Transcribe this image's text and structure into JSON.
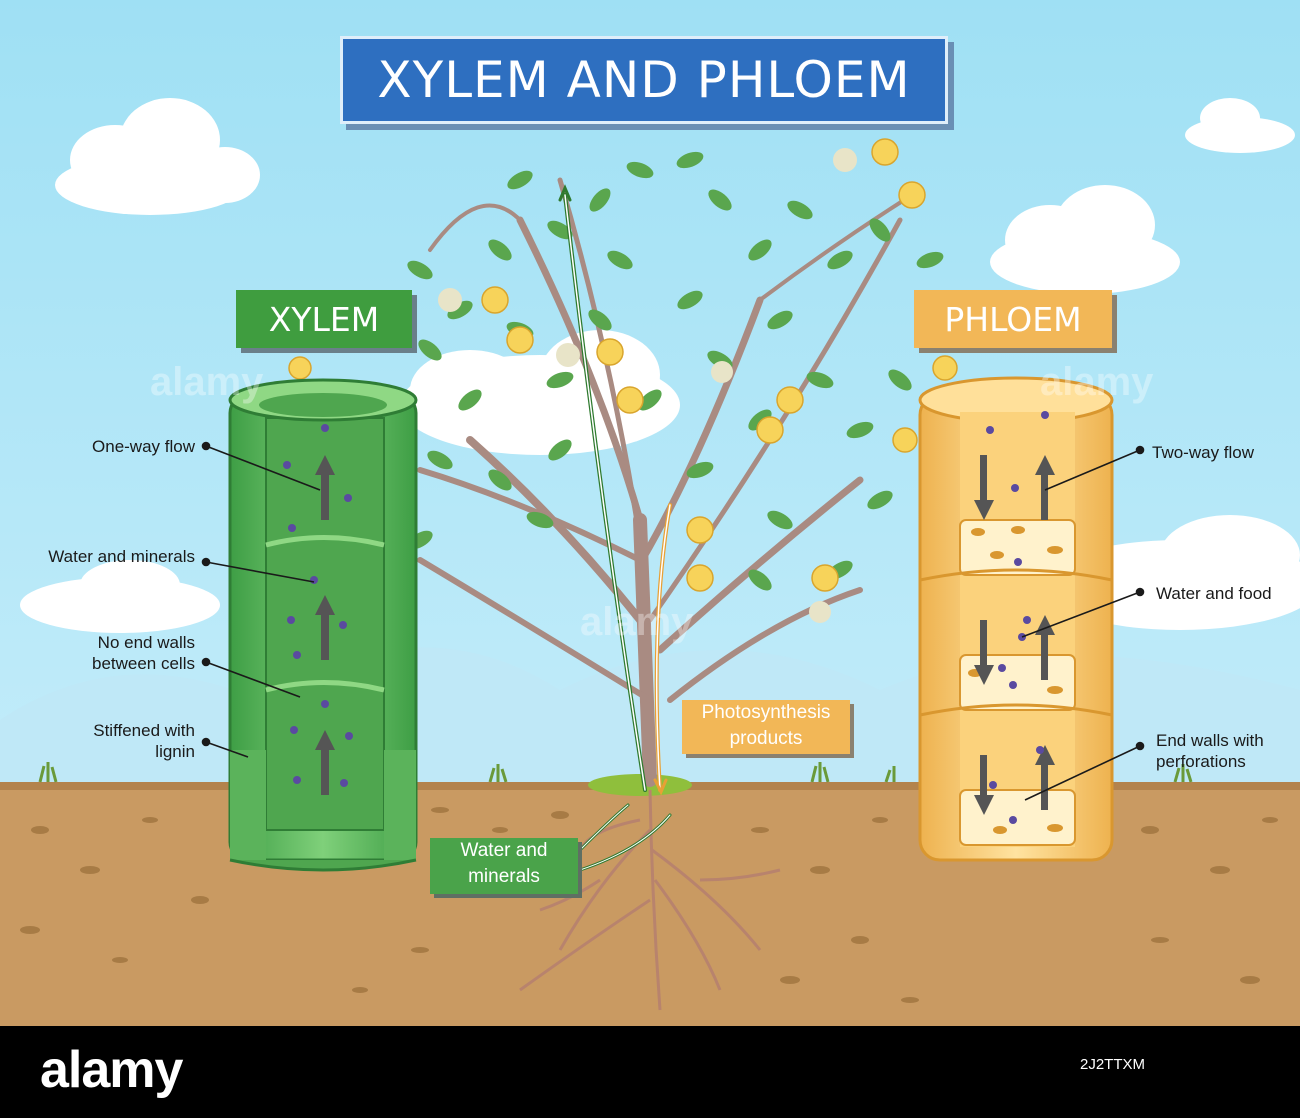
{
  "title": "XYLEM AND PHLOEM",
  "labels": {
    "xylem": "XYLEM",
    "phloem": "PHLOEM",
    "photosynthesis_line1": "Photosynthesis",
    "photosynthesis_line2": "products",
    "water_line1": "Water and",
    "water_line2": "minerals"
  },
  "xylem_annotations": {
    "one_way": "One-way flow",
    "water_minerals": "Water and minerals",
    "no_end_walls_line1": "No end walls",
    "no_end_walls_line2": "between cells",
    "stiffened_line1": "Stiffened with",
    "stiffened_line2": "lignin"
  },
  "phloem_annotations": {
    "two_way": "Two-way flow",
    "water_food": "Water and food",
    "end_walls_line1": "End walls with",
    "end_walls_line2": "perforations"
  },
  "watermark": {
    "brand": "alamy",
    "image_id": "2J2TTXM"
  },
  "colors": {
    "sky": "#9fe0f4",
    "soil": "#c99a62",
    "grass": "#8fbf3c",
    "title_bg": "#2e6fc0",
    "xylem_green": "#3f9d3f",
    "phloem_yellow": "#f2b757"
  }
}
